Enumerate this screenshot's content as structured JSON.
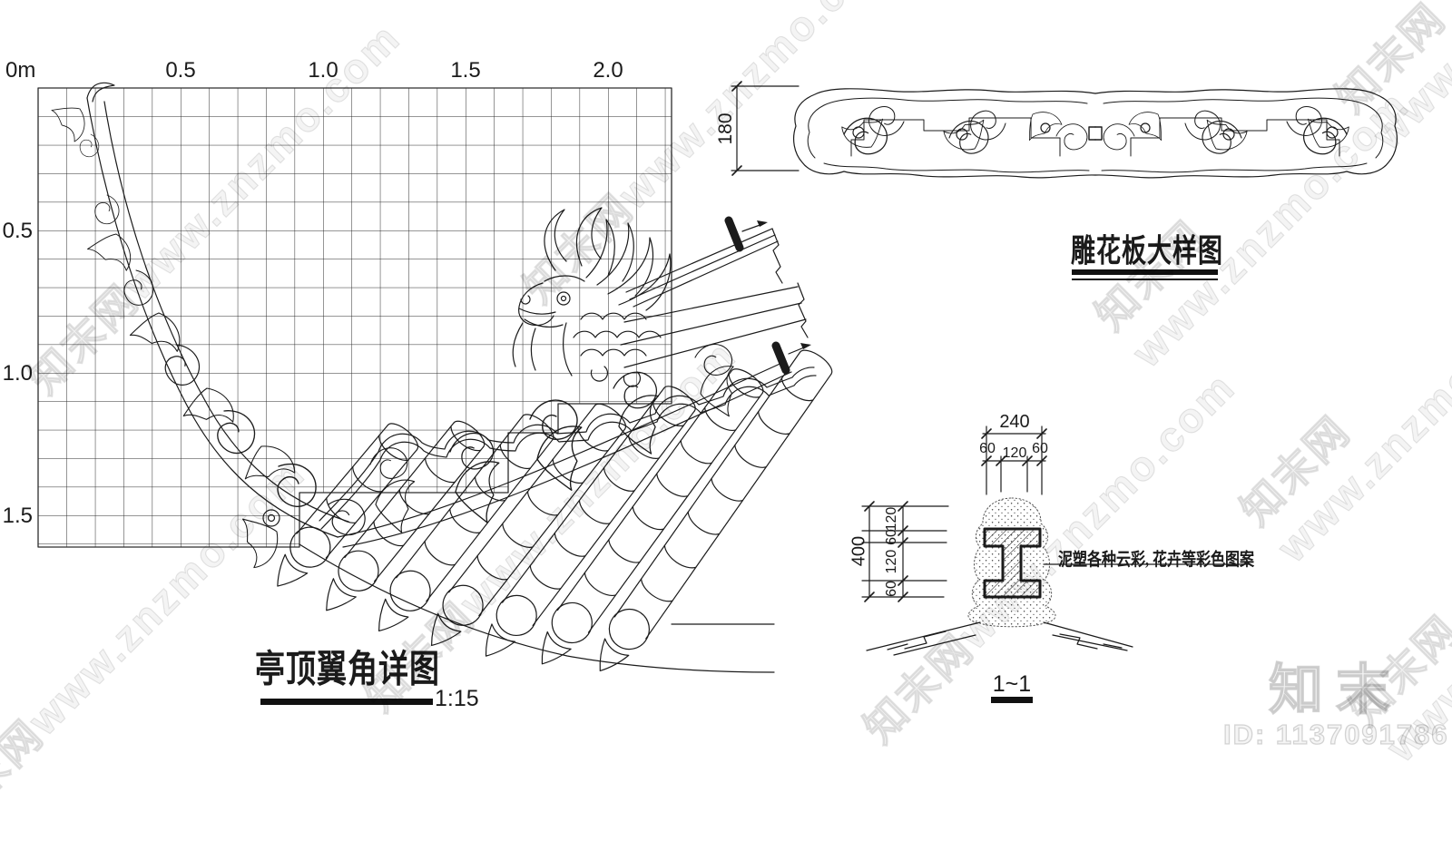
{
  "left_drawing": {
    "title": "亭顶翼角详图",
    "scale": "1:15",
    "axis": {
      "top_labels": [
        "0m",
        "0.5",
        "1.0",
        "1.5",
        "2.0"
      ],
      "left_labels": [
        "0.5",
        "1.0",
        "1.5"
      ]
    }
  },
  "panel_drawing": {
    "title": "雕花板大样图",
    "height_dim": "180"
  },
  "section_drawing": {
    "label": "1~1",
    "top_dims": {
      "total": "240",
      "parts": [
        "60",
        "120",
        "60"
      ]
    },
    "left_dims": {
      "total": "400",
      "parts": [
        "120",
        "60",
        "120",
        "60"
      ]
    },
    "annotation": "泥塑各种云彩, 花卉等彩色图案"
  },
  "watermark": {
    "text": "知末网www.znzmo.com",
    "logo": "知末",
    "id_label": "ID: 1137091786"
  },
  "colors": {
    "ink": "#1b1b1b",
    "grid": "#2d2d2d",
    "watermark": "#e3e3e3"
  }
}
